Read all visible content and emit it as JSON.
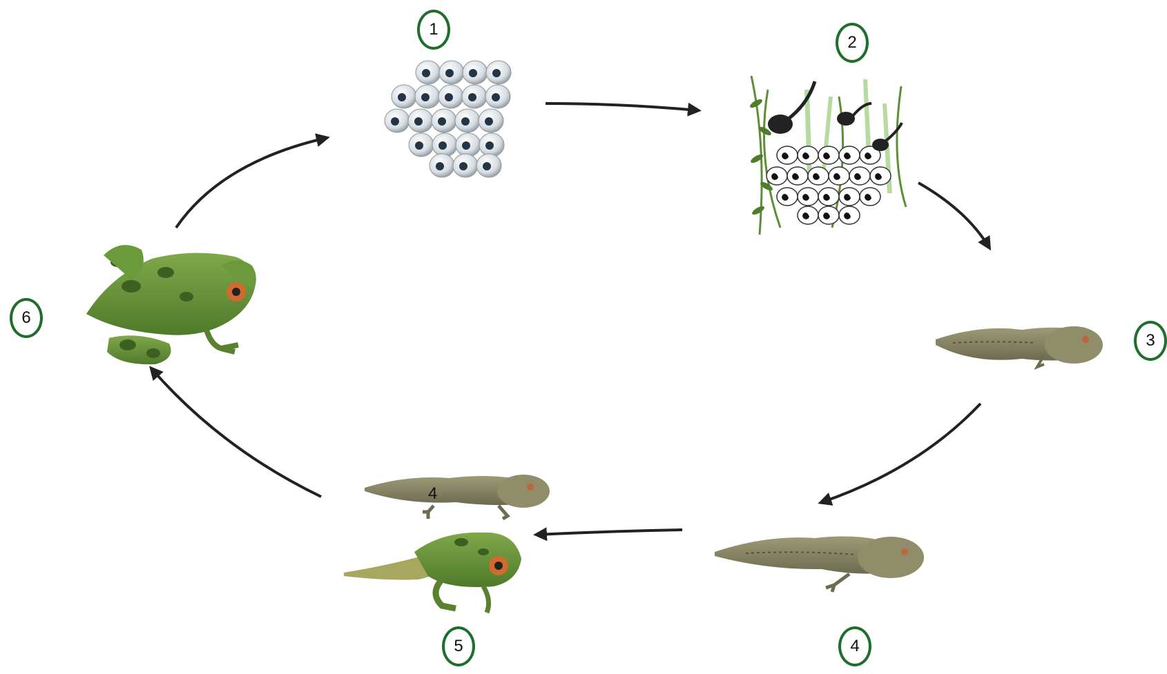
{
  "diagram": {
    "stages": [
      {
        "number": "1",
        "illustration": "egg-cluster"
      },
      {
        "number": "2",
        "illustration": "hatching-tadpoles-in-weeds"
      },
      {
        "number": "3",
        "illustration": "tadpole"
      },
      {
        "number": "4",
        "illustration": "tadpole-with-hind-legs"
      },
      {
        "number": "5",
        "illustration": "froglet-with-tail"
      },
      {
        "number": "6",
        "illustration": "adult-frog"
      }
    ],
    "inline_label": "4",
    "colors": {
      "badge_border": "#1f6e2c",
      "arrow": "#222222",
      "frog_green": "#6e9a3c",
      "tadpole_brown": "#8c8a66"
    }
  }
}
